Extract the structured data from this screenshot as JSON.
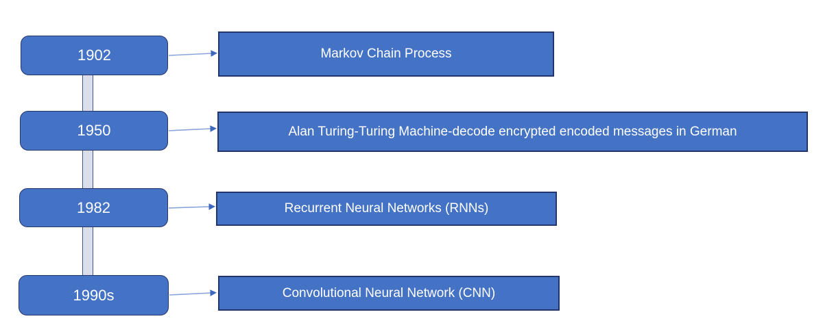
{
  "diagram": {
    "type": "timeline",
    "background_color": "#FFFFFF",
    "node_fill_color": "#4472C4",
    "node_border_color": "#24356B",
    "node_text_color": "#FFFFFF",
    "connector_fill_color": "#D9DEE9",
    "connector_border_color": "#3C5480",
    "arrow_line_color": "#87A3DA",
    "arrow_head_color": "#3E68BF",
    "rows": [
      {
        "year": "1902",
        "event": "Markov Chain Process"
      },
      {
        "year": "1950",
        "event": "Alan Turing-Turing Machine-decode encrypted encoded messages in German"
      },
      {
        "year": "1982",
        "event": "Recurrent Neural Networks (RNNs)"
      },
      {
        "year": "1990s",
        "event": "Convolutional Neural Network (CNN)"
      }
    ]
  }
}
